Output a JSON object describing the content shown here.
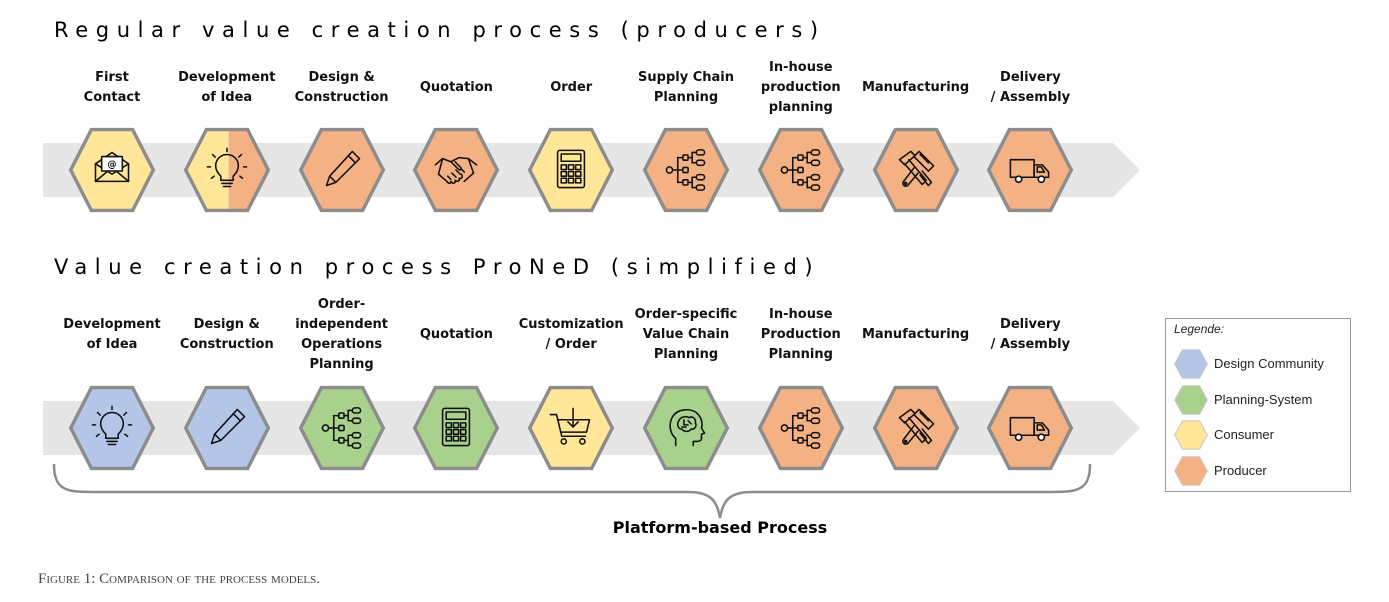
{
  "colors": {
    "design_community": "#b4c6e7",
    "planning_system": "#a9d18e",
    "consumer": "#ffe699",
    "producer": "#f4b183",
    "hex_stroke": "#8c8c8c",
    "band": "#e6e6e6"
  },
  "top": {
    "title": "Regular value creation process (producers)",
    "steps": [
      {
        "label": "First Contact",
        "lines": [
          "First",
          "Contact"
        ],
        "fill": "consumer",
        "icon": "envelope-at-icon"
      },
      {
        "label": "Development of Idea",
        "lines": [
          "Development",
          "of Idea"
        ],
        "fill": "consumer-producer",
        "icon": "lightbulb-icon"
      },
      {
        "label": "Design & Construction",
        "lines": [
          "Design &",
          "Construction"
        ],
        "fill": "producer",
        "icon": "pencil-icon"
      },
      {
        "label": "Quotation",
        "lines": [
          "Quotation"
        ],
        "fill": "producer",
        "icon": "handshake-icon"
      },
      {
        "label": "Order",
        "lines": [
          "Order"
        ],
        "fill": "consumer",
        "icon": "calculator-icon"
      },
      {
        "label": "Supply Chain Planning",
        "lines": [
          "Supply Chain",
          "Planning"
        ],
        "fill": "producer",
        "icon": "process-tree-icon"
      },
      {
        "label": "In-house production planning",
        "lines": [
          "In-house",
          "production",
          "planning"
        ],
        "fill": "producer",
        "icon": "process-tree-icon"
      },
      {
        "label": "Manufacturing",
        "lines": [
          "Manufacturing"
        ],
        "fill": "producer",
        "icon": "tools-icon"
      },
      {
        "label": "Delivery / Assembly",
        "lines": [
          "Delivery",
          "/ Assembly"
        ],
        "fill": "producer",
        "icon": "truck-icon"
      }
    ]
  },
  "bottom": {
    "title": "Value creation process ProNeD (simplified)",
    "steps": [
      {
        "label": "Development of Idea",
        "lines": [
          "Development",
          "of Idea"
        ],
        "fill": "design_community",
        "icon": "lightbulb-icon"
      },
      {
        "label": "Design & Construction",
        "lines": [
          "Design &",
          "Construction"
        ],
        "fill": "design_community",
        "icon": "pencil-icon"
      },
      {
        "label": "Order-independent Operations Planning",
        "lines": [
          "Order-",
          "independent",
          "Operations",
          "Planning"
        ],
        "fill": "planning_system",
        "icon": "process-tree-icon"
      },
      {
        "label": "Quotation",
        "lines": [
          "Quotation"
        ],
        "fill": "planning_system",
        "icon": "calculator-icon"
      },
      {
        "label": "Customization / Order",
        "lines": [
          "Customization",
          "/ Order"
        ],
        "fill": "consumer",
        "icon": "shopping-cart-icon"
      },
      {
        "label": "Order-specific Value Chain Planning",
        "lines": [
          "Order-specific",
          "Value Chain",
          "Planning"
        ],
        "fill": "planning_system",
        "icon": "brain-head-icon"
      },
      {
        "label": "In-house Production Planning",
        "lines": [
          "In-house",
          "Production",
          "Planning"
        ],
        "fill": "producer",
        "icon": "process-tree-icon"
      },
      {
        "label": "Manufacturing",
        "lines": [
          "Manufacturing"
        ],
        "fill": "producer",
        "icon": "tools-icon"
      },
      {
        "label": "Delivery / Assembly",
        "lines": [
          "Delivery",
          "/ Assembly"
        ],
        "fill": "producer",
        "icon": "truck-icon"
      }
    ]
  },
  "platform": {
    "label": "Platform-based Process"
  },
  "legend": {
    "title": "Legende:",
    "items": [
      {
        "label": "Design Community",
        "fill": "design_community"
      },
      {
        "label": "Planning-System",
        "fill": "planning_system"
      },
      {
        "label": "Consumer",
        "fill": "consumer"
      },
      {
        "label": "Producer",
        "fill": "producer"
      }
    ]
  },
  "caption": "Figure 1: Comparison of the process models."
}
